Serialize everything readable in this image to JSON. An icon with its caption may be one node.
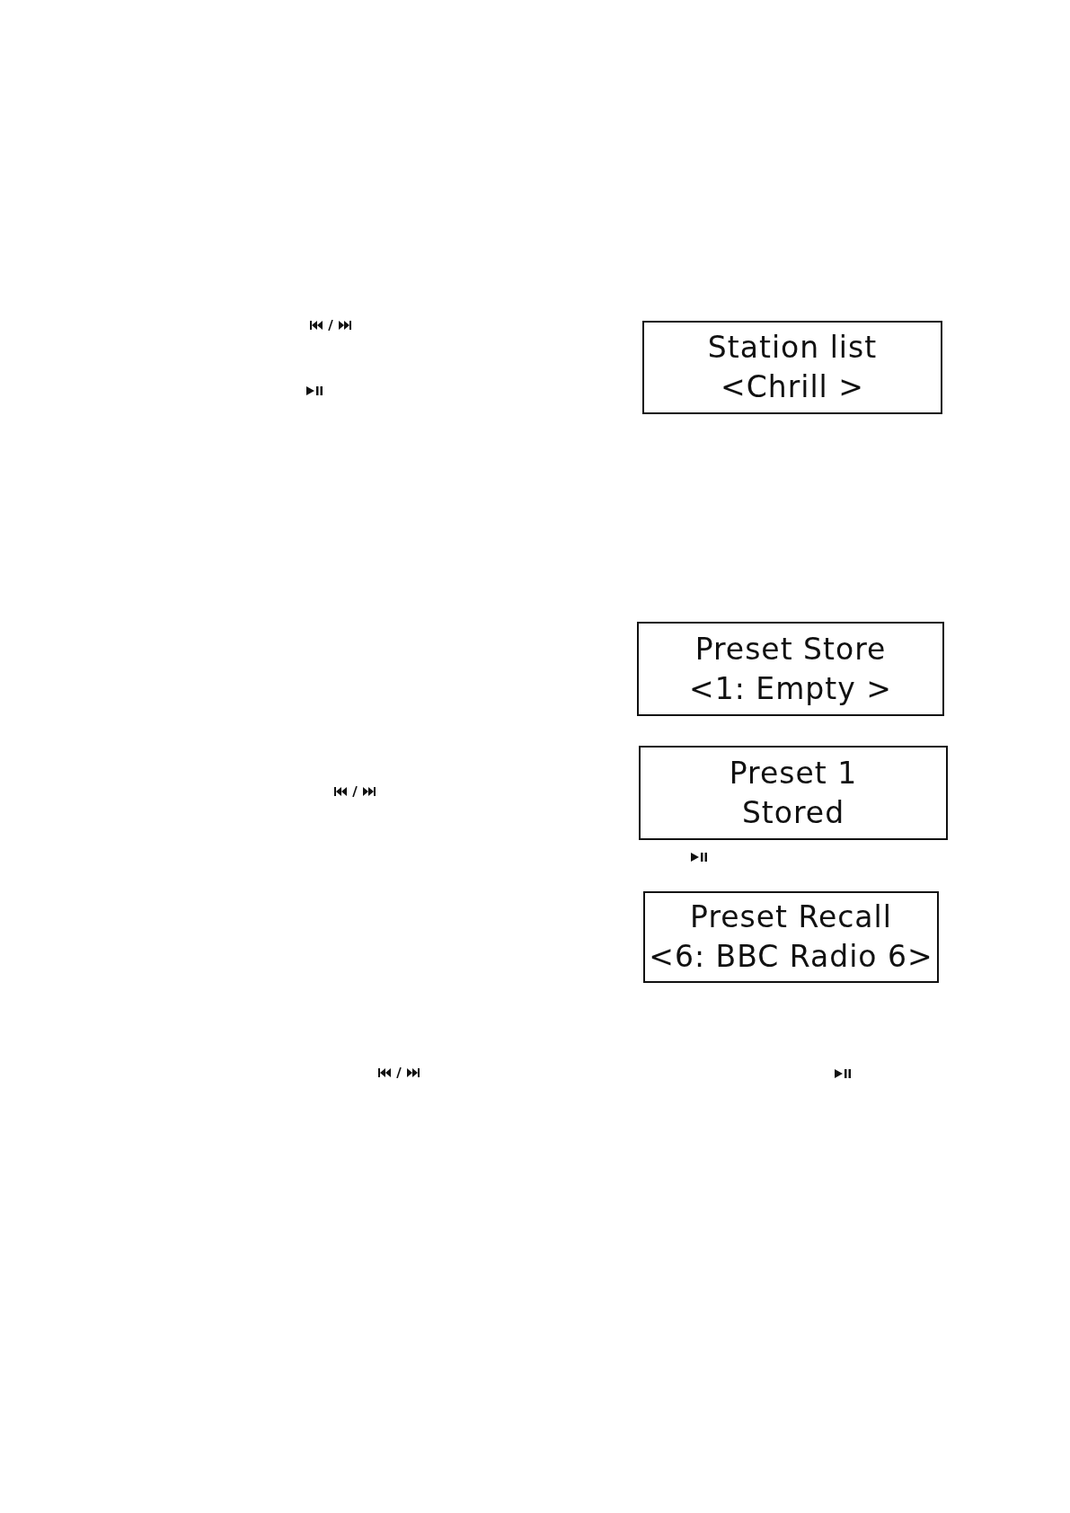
{
  "diagram": {
    "nodes": [
      {
        "text": [
          "Station list",
          "<Chrill >"
        ]
      },
      {
        "text": [
          "Preset Store",
          "<1: Empty >"
        ]
      },
      {
        "text": [
          "Preset 1",
          "Stored"
        ]
      },
      {
        "text": [
          "Preset Recall",
          "<6: BBC Radio 6>"
        ]
      }
    ]
  }
}
